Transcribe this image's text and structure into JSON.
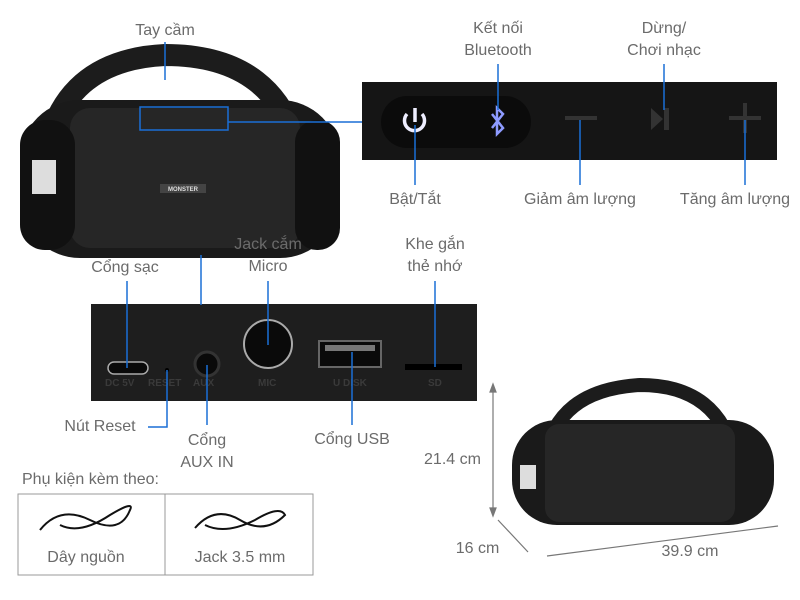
{
  "labels": {
    "handle": "Tay cầm",
    "bluetooth": [
      "Kết nối",
      "Bluetooth"
    ],
    "play_pause": [
      "Dừng/",
      "Chơi nhạc"
    ],
    "power": "Bật/Tắt",
    "vol_down": "Giảm âm lượng",
    "vol_up": "Tăng âm lượng",
    "charge_port": "Cổng sạc",
    "mic_jack": [
      "Jack cắm",
      "Micro"
    ],
    "sd_slot": [
      "Khe gắn",
      "thẻ nhớ"
    ],
    "reset": "Nút Reset",
    "aux": [
      "Cổng",
      "AUX IN"
    ],
    "usb": "Cổng USB"
  },
  "port_markings": {
    "dc": "DC 5V",
    "reset": "RESET",
    "aux": "AUX",
    "mic": "MIC",
    "udisk": "U DISK",
    "sd": "SD"
  },
  "brand": "MONSTER",
  "accessories": {
    "title": "Phụ kiện kèm theo:",
    "items": [
      {
        "label": "Dây nguồn"
      },
      {
        "label": "Jack 3.5 mm"
      }
    ]
  },
  "dimensions": {
    "height": "21.4 cm",
    "depth": "16 cm",
    "width": "39.9 cm"
  },
  "colors": {
    "callout_line": "#1a6fd6",
    "text": "#6b6b6b",
    "bluetooth_icon": "#8e9bff"
  }
}
